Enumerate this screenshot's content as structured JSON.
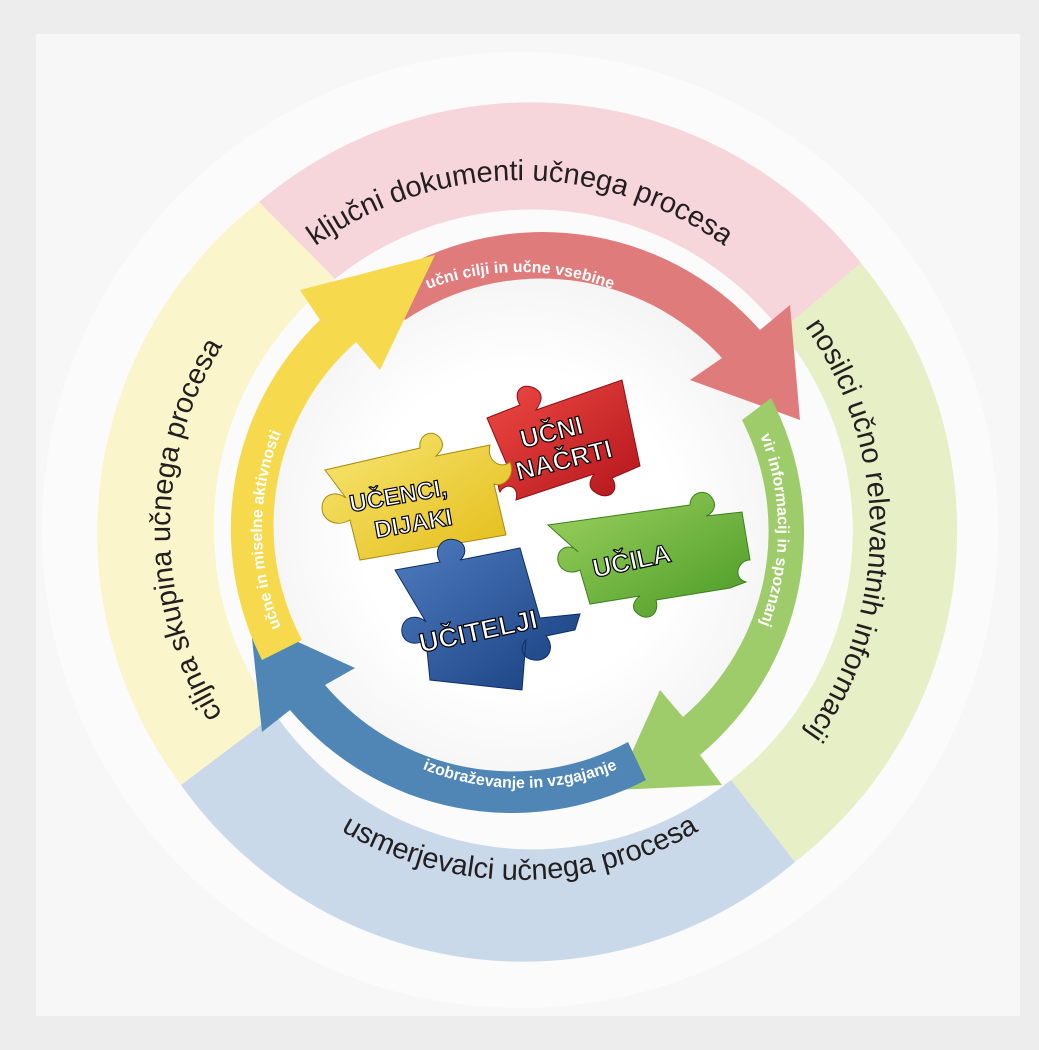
{
  "outer_ring": {
    "top": "ključni dokumenti učnega procesa",
    "right": "nosilci učno relevantnih informacij",
    "bottom": "usmerjevalci učnega procesa",
    "left": "ciljna skupina učnega procesa"
  },
  "inner_arrows": {
    "top": "učni cilji in učne vsebine",
    "right": "vir informacij in spoznanj",
    "bottom": "izobraževanje in vzgajanje",
    "left": "učne in miselne aktivnosti"
  },
  "puzzle": {
    "yellow": [
      "UČENCI,",
      "DIJAKI"
    ],
    "red": [
      "UČNI",
      "NAČRTI"
    ],
    "blue": "UČITELJI",
    "green": "UČILA"
  },
  "colors": {
    "ring_pink": "#f6d6da",
    "ring_green": "#e6efc6",
    "ring_blue": "#c9d9ea",
    "ring_yellow": "#fbf5cc",
    "arrow_red": "#e07b7b",
    "arrow_green": "#9fcc6a",
    "arrow_blue": "#4f86b6",
    "arrow_yellow": "#f6d94c",
    "piece_yellow": "#f2d43a",
    "piece_red": "#d71f26",
    "piece_blue": "#2a5499",
    "piece_green": "#6ab235"
  }
}
